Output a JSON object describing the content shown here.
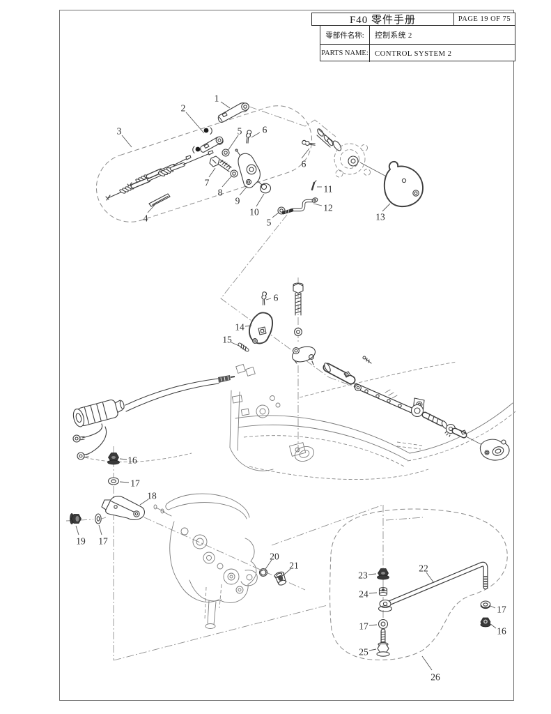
{
  "header": {
    "title": "F40 零件手册",
    "page_info": "PAGE 19 OF 75",
    "rows": [
      {
        "label": "零部件名称:",
        "value": "控制系统 2"
      },
      {
        "label": "PARTS NAME:",
        "value": "CONTROL SYSTEM 2"
      }
    ]
  },
  "diagram": {
    "ink_color": "#3d3d3d",
    "ghost_color": "#7a7a7a",
    "callout_color": "#2b2b2b",
    "callouts": [
      {
        "n": "1",
        "t": [
          311,
          141
        ],
        "l": [
          [
            317,
            146
          ],
          [
            330,
            155
          ]
        ]
      },
      {
        "n": "2",
        "t": [
          263,
          155
        ],
        "l": [
          [
            267,
            161
          ],
          [
            293,
            191
          ]
        ]
      },
      {
        "n": "3",
        "t": [
          171,
          188
        ],
        "l": [
          [
            175,
            194
          ],
          [
            189,
            211
          ]
        ]
      },
      {
        "n": "4",
        "t": [
          209,
          313
        ],
        "l": [
          [
            212,
            305
          ],
          [
            222,
            294
          ]
        ]
      },
      {
        "n": "5",
        "t": [
          344,
          188
        ],
        "l": [
          [
            342,
            194
          ],
          [
            327,
            216
          ]
        ]
      },
      {
        "n": "6",
        "t": [
          380,
          186
        ],
        "l": [
          [
            373,
            190
          ],
          [
            361,
            197
          ]
        ]
      },
      {
        "n": "7",
        "t": [
          297,
          262
        ],
        "l": [
          [
            300,
            254
          ],
          [
            309,
            241
          ]
        ]
      },
      {
        "n": "8",
        "t": [
          316,
          276
        ],
        "l": [
          [
            319,
            268
          ],
          [
            332,
            253
          ]
        ]
      },
      {
        "n": "9",
        "t": [
          341,
          288
        ],
        "l": [
          [
            344,
            280
          ],
          [
            355,
            267
          ]
        ]
      },
      {
        "n": "10",
        "t": [
          365,
          304
        ],
        "l": [
          [
            368,
            296
          ],
          [
            379,
            278
          ]
        ]
      },
      {
        "n": "11",
        "t": [
          471,
          271
        ],
        "l": [
          [
            462,
            268
          ],
          [
            455,
            268
          ]
        ]
      },
      {
        "n": "12",
        "t": [
          471,
          298
        ],
        "l": [
          [
            462,
            295
          ],
          [
            450,
            292
          ]
        ]
      },
      {
        "n": "13",
        "t": [
          546,
          311
        ],
        "l": [
          [
            549,
            303
          ],
          [
            560,
            292
          ]
        ]
      },
      {
        "n": "5",
        "t": [
          386,
          319
        ],
        "l": [
          [
            391,
            312
          ],
          [
            400,
            305
          ]
        ]
      },
      {
        "n": "6",
        "t": [
          436,
          235
        ],
        "l": [
          [
            433,
            227
          ],
          [
            444,
            213
          ]
        ]
      },
      {
        "n": "6",
        "t": [
          396,
          427
        ],
        "l": [
          [
            389,
            428
          ],
          [
            382,
            430
          ]
        ]
      },
      {
        "n": "14",
        "t": [
          344,
          469
        ],
        "l": [
          [
            352,
            468
          ],
          [
            361,
            467
          ]
        ]
      },
      {
        "n": "15",
        "t": [
          326,
          487
        ],
        "l": [
          [
            332,
            491
          ],
          [
            343,
            496
          ]
        ]
      },
      {
        "n": "16",
        "t": [
          190,
          660
        ],
        "l": [
          [
            182,
            659
          ],
          [
            172,
            658
          ]
        ]
      },
      {
        "n": "17",
        "t": [
          194,
          693
        ],
        "l": [
          [
            185,
            692
          ],
          [
            172,
            691
          ]
        ]
      },
      {
        "n": "18",
        "t": [
          218,
          711
        ],
        "l": [
          [
            213,
            716
          ],
          [
            201,
            724
          ]
        ]
      },
      {
        "n": "19",
        "t": [
          116,
          776
        ],
        "l": [
          [
            113,
            767
          ],
          [
            109,
            754
          ]
        ]
      },
      {
        "n": "17",
        "t": [
          148,
          776
        ],
        "l": [
          [
            146,
            767
          ],
          [
            142,
            753
          ]
        ]
      },
      {
        "n": "20",
        "t": [
          394,
          798
        ],
        "l": [
          [
            390,
            803
          ],
          [
            381,
            816
          ]
        ]
      },
      {
        "n": "21",
        "t": [
          422,
          811
        ],
        "l": [
          [
            417,
            816
          ],
          [
            408,
            824
          ]
        ]
      },
      {
        "n": "22",
        "t": [
          608,
          815
        ],
        "l": [
          [
            612,
            821
          ],
          [
            623,
            836
          ]
        ]
      },
      {
        "n": "23",
        "t": [
          521,
          825
        ],
        "l": [
          [
            529,
            824
          ],
          [
            540,
            823
          ]
        ]
      },
      {
        "n": "24",
        "t": [
          522,
          852
        ],
        "l": [
          [
            530,
            851
          ],
          [
            541,
            850
          ]
        ]
      },
      {
        "n": "17",
        "t": [
          522,
          898
        ],
        "l": [
          [
            530,
            897
          ],
          [
            541,
            896
          ]
        ]
      },
      {
        "n": "25",
        "t": [
          522,
          935
        ],
        "l": [
          [
            530,
            933
          ],
          [
            540,
            931
          ]
        ]
      },
      {
        "n": "17",
        "t": [
          720,
          874
        ],
        "l": [
          [
            711,
            872
          ],
          [
            704,
            869
          ]
        ]
      },
      {
        "n": "16",
        "t": [
          720,
          905
        ],
        "l": [
          [
            712,
            901
          ],
          [
            703,
            894
          ]
        ]
      },
      {
        "n": "26",
        "t": [
          625,
          971
        ],
        "l": [
          [
            620,
            961
          ],
          [
            606,
            941
          ]
        ]
      }
    ]
  }
}
